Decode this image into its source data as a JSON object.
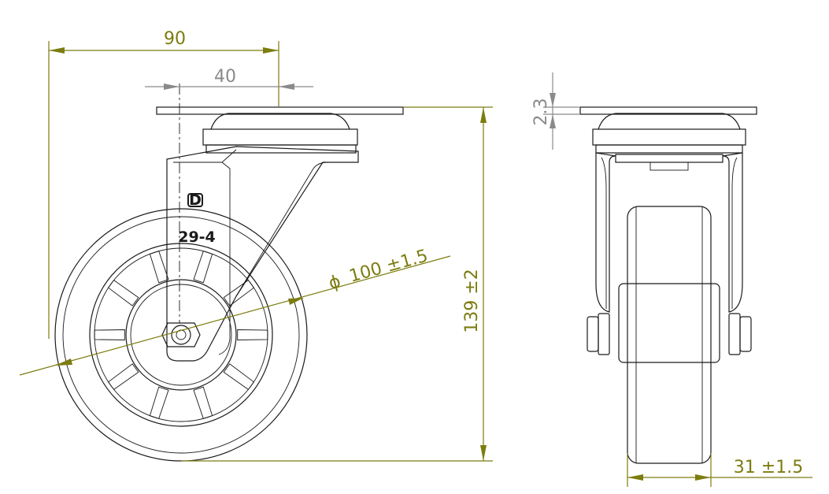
{
  "dimensions": {
    "width_overall": "90",
    "offset": "40",
    "plate_thickness": "2.3",
    "height_overall": "139 ±2",
    "wheel_diameter": "100 ±1.5",
    "diameter_symbol": "ϕ",
    "wheel_width": "31 ±1.5"
  },
  "marking": {
    "logo": "D",
    "model": "29-4"
  },
  "colors": {
    "dimension_line": "#7c7c10",
    "dimension_grey": "#8a8a8a",
    "outline": "#1a1a1a"
  }
}
